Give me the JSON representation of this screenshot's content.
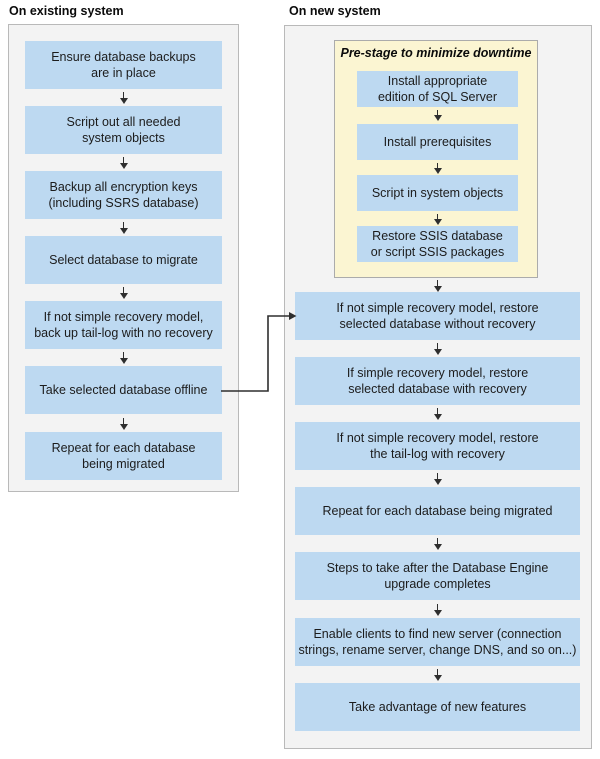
{
  "existing_system": {
    "title": "On existing system",
    "steps": [
      "Ensure database backups\nare in place",
      "Script out all needed\nsystem objects",
      "Backup all encryption keys\n(including SSRS database)",
      "Select database to migrate",
      "If not simple recovery model,\nback up tail-log with no recovery",
      "Take selected database offline",
      "Repeat for each database\nbeing migrated"
    ]
  },
  "new_system": {
    "title": "On new system",
    "prestage": {
      "title": "Pre-stage to minimize downtime",
      "steps": [
        "Install appropriate\nedition of SQL Server",
        "Install prerequisites",
        "Script in system objects",
        "Restore SSIS database\nor script SSIS packages"
      ]
    },
    "steps": [
      "If not simple recovery model, restore\nselected database without recovery",
      "If simple recovery model, restore\nselected database with recovery",
      "If not simple recovery model, restore\nthe tail-log with recovery",
      "Repeat for each database being migrated",
      "Steps to take after the Database Engine\nupgrade completes",
      "Enable clients to find new server (connection\nstrings, rename server, change DNS, and so on...)",
      "Take advantage of new features"
    ]
  },
  "colors": {
    "step_fill": "#BDD9F1",
    "prestage_fill": "#FBF5D2",
    "prestage_border": "#ABABAB",
    "panel_fill": "#F3F3F3",
    "panel_border": "#B9B9B9",
    "arrow_color": "#2E2E2E",
    "text_color": "#1C1C1C",
    "heading_color": "#0B0B0B"
  }
}
